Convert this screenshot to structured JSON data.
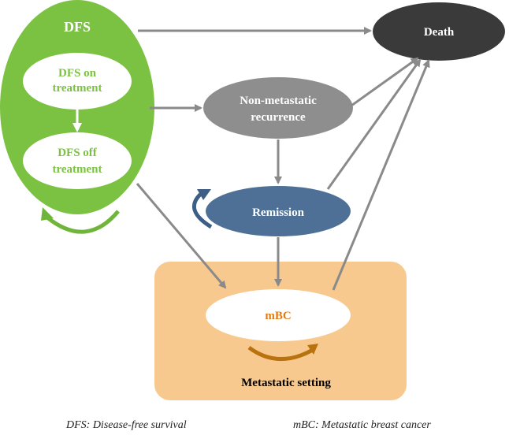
{
  "nodes": {
    "dfs": {
      "label": "DFS",
      "color": "#7cc242"
    },
    "dfs_on": {
      "line1": "DFS on",
      "line2": "treatment"
    },
    "dfs_off": {
      "line1": "DFS off",
      "line2": "treatment"
    },
    "death": {
      "label": "Death",
      "color": "#3a3a3a"
    },
    "non_met": {
      "line1": "Non-metastatic",
      "line2": "recurrence",
      "color": "#8e8e8e"
    },
    "remission": {
      "label": "Remission",
      "color": "#4f7096"
    },
    "mbc": {
      "label": "mBC",
      "text_color": "#e07b12"
    },
    "metastatic_setting": {
      "label": "Metastatic setting",
      "color": "#f8c98f"
    }
  },
  "footnotes": {
    "left": "DFS: Disease-free survival",
    "right": "mBC: Metastatic breast cancer"
  },
  "colors": {
    "arrow": "#8a8a8a",
    "dfs_text": "#7cc242",
    "dfs_loop": "#6fb53a",
    "remission_loop": "#3d5f86",
    "mbc_loop": "#b8730f"
  }
}
